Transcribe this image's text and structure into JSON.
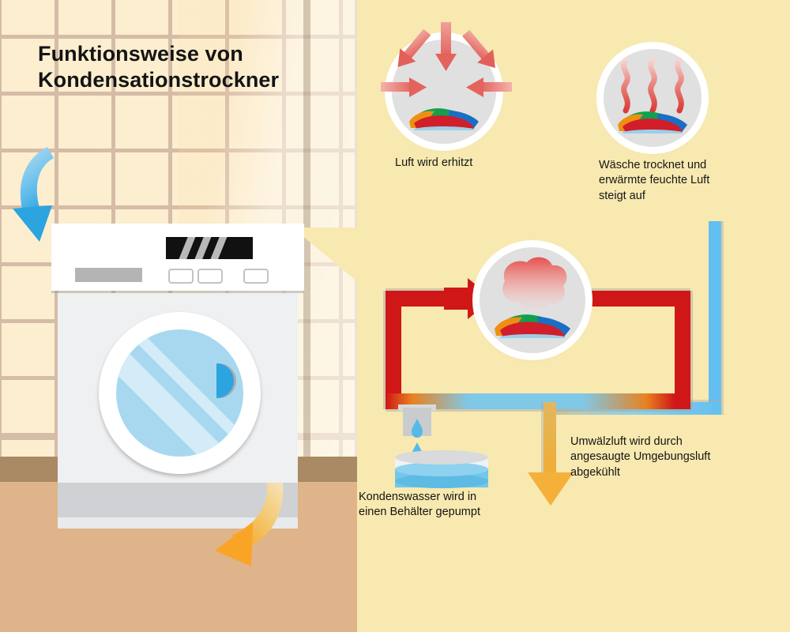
{
  "meta": {
    "domain": "Diagram",
    "title_line1": "Funktionsweise von",
    "title_line2": "Kondensationstrockner"
  },
  "colors": {
    "panel_background": "#f7e9b0",
    "wall_tile": "#fbeac2",
    "tile_grout": "#c9a98e",
    "baseboard": "#a98a64",
    "floor": "#dfb48a",
    "hot_air_red": "#cf1717",
    "cool_air_blue": "#63bfef",
    "exhaust_orange": "#f0ac33",
    "intake_arrow_blue": "#2ba4e0",
    "steam_red": "#e8605f",
    "dryer_body": "#eef0f2",
    "door_glass": "#a7d8ef",
    "water_blue": "#74c6ea"
  },
  "title": {
    "line1": "Funktionsweise von",
    "line2": "Kondensationstrockner"
  },
  "appliance": {
    "name_label": "Kondensationstrockner",
    "control_panel": {
      "display_label": "display",
      "slider_label": "program-slider",
      "buttons": [
        "button-1",
        "button-2",
        "button-3"
      ]
    },
    "door_label": "dryer-door",
    "vent_label": "exhaust-vent"
  },
  "steps": [
    {
      "id": "step-1",
      "icon": "heated-air-arrows-icon",
      "caption": "Luft wird erhitzt"
    },
    {
      "id": "step-2",
      "icon": "rising-steam-icon",
      "caption_line1": "Wäsche trocknet und",
      "caption_line2": "erwärmte feuchte Luft",
      "caption_line3": "steigt auf"
    },
    {
      "id": "step-3",
      "icon": "humid-air-cloud-icon",
      "caption": ""
    },
    {
      "id": "step-4",
      "icon": "condensate-container-icon",
      "caption_line1": "Kondenswasser wird in",
      "caption_line2": "einen Behälter gepumpt"
    },
    {
      "id": "step-5",
      "icon": "ambient-air-cooling-icon",
      "caption_line1": "Umwälzluft wird durch",
      "caption_line2": "angesaugte Umgebungsluft",
      "caption_line3": "abgekühlt"
    }
  ],
  "flow": {
    "intake_arrow_label": "Umgebungsluft angesaugt",
    "exhaust_arrow_label": "Abluft",
    "hot_loop_label": "Umwälzluft (heiß)",
    "cool_loop_label": "Umwälzluft (abgekühlt)",
    "water_drain_label": "Kondenswasser"
  },
  "icons": {
    "intake": "blue-curved-arrow-down-icon",
    "exhaust": "orange-curved-arrow-down-icon",
    "heat_arrows": "red-inward-arrows-icon",
    "steam": "red-wavy-steam-icon",
    "cloud": "red-humid-cloud-icon",
    "laundry": "colorful-laundry-pile-icon",
    "droplet": "water-droplet-icon",
    "vent": "vent-slats-icon",
    "display": "black-display-icon"
  }
}
